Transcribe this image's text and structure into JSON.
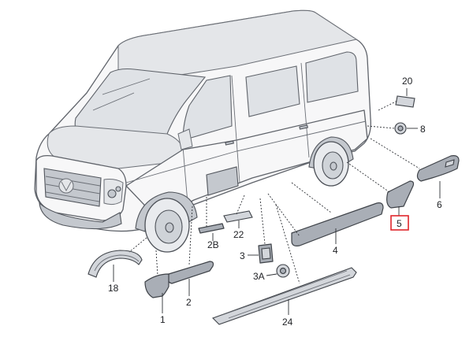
{
  "diagram": {
    "labels": {
      "p1": "1",
      "p2": "2",
      "p2b": "2B",
      "p3": "3",
      "p3a": "3A",
      "p4": "4",
      "p5": "5",
      "p6": "6",
      "p8": "8",
      "p18": "18",
      "p20": "20",
      "p22": "22",
      "p24": "24"
    },
    "highlight": {
      "part": "5",
      "color": "#e0262b"
    }
  }
}
